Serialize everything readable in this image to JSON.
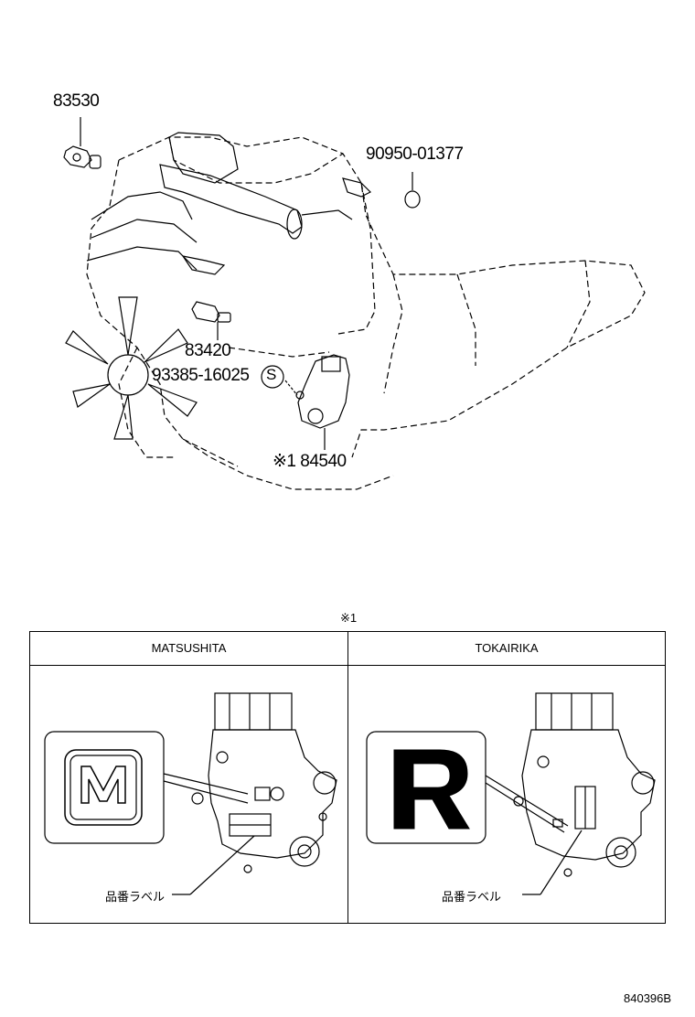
{
  "parts": {
    "p83530": "83530",
    "p90950": "90950-01377",
    "p83420": "83420",
    "p93385": "93385-16025",
    "s_symbol": "S",
    "p84540": "※1 84540"
  },
  "note_marker": "※1",
  "table": {
    "columns": [
      {
        "header": "MATSUSHITA",
        "label": "品番ラベル"
      },
      {
        "header": "TOKAIRIKA",
        "label": "品番ラベル"
      }
    ]
  },
  "diagram_id": "840396B"
}
